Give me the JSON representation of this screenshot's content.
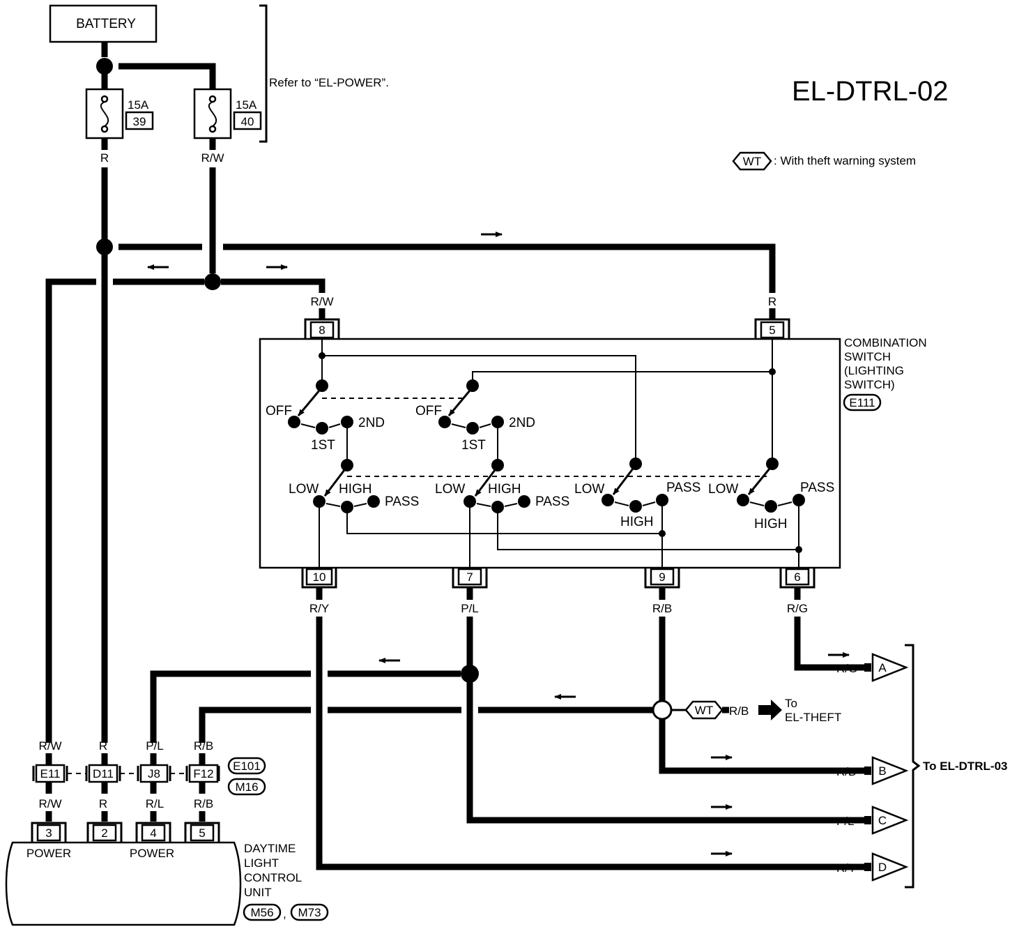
{
  "diagram_id": "EL-DTRL-02",
  "battery": {
    "label": "BATTERY"
  },
  "fuses": [
    {
      "rating": "15A",
      "number": "39",
      "wire": "R"
    },
    {
      "rating": "15A",
      "number": "40",
      "wire": "R/W"
    }
  ],
  "power_reference": "Refer to “EL-POWER”.",
  "legend": {
    "badge": "WT",
    "text": ": With theft warning system"
  },
  "combination_switch": {
    "name_lines": [
      "COMBINATION",
      "SWITCH",
      "(LIGHTING",
      "SWITCH)"
    ],
    "connector": "E111",
    "top_terminals": [
      {
        "number": "8",
        "wire": "R/W"
      },
      {
        "number": "5",
        "wire": "R"
      }
    ],
    "bottom_terminals": [
      {
        "number": "10",
        "wire": "R/Y"
      },
      {
        "number": "7",
        "wire": "P/L"
      },
      {
        "number": "9",
        "wire": "R/B"
      },
      {
        "number": "6",
        "wire": "R/G"
      }
    ],
    "positions": {
      "off": "OFF",
      "first": "1ST",
      "second": "2ND",
      "low": "LOW",
      "high": "HIGH",
      "pass": "PASS"
    }
  },
  "joint_connectors": {
    "ids": [
      "E11",
      "D11",
      "J8",
      "F12"
    ],
    "wires_above": [
      "R/W",
      "R",
      "P/L",
      "R/B"
    ],
    "wires_below": [
      "R/W",
      "R",
      "R/L",
      "R/B"
    ],
    "badges": [
      "E101",
      "M16"
    ]
  },
  "control_unit": {
    "name_lines": [
      "DAYTIME",
      "LIGHT",
      "CONTROL",
      "UNIT"
    ],
    "terminals": [
      "3",
      "2",
      "4",
      "5"
    ],
    "power_labels": [
      "POWER",
      "POWER"
    ],
    "badges": [
      "M56",
      "M73"
    ],
    "separator": ","
  },
  "theft_branch": {
    "badge": "WT",
    "wire": "R/B",
    "to_lines": [
      "To",
      "EL-THEFT"
    ]
  },
  "outputs": [
    {
      "wire": "R/G",
      "letter": "A"
    },
    {
      "wire": "R/B",
      "letter": "B"
    },
    {
      "wire": "P/L",
      "letter": "C"
    },
    {
      "wire": "R/Y",
      "letter": "D"
    }
  ],
  "outputs_destination": "To EL-DTRL-03"
}
